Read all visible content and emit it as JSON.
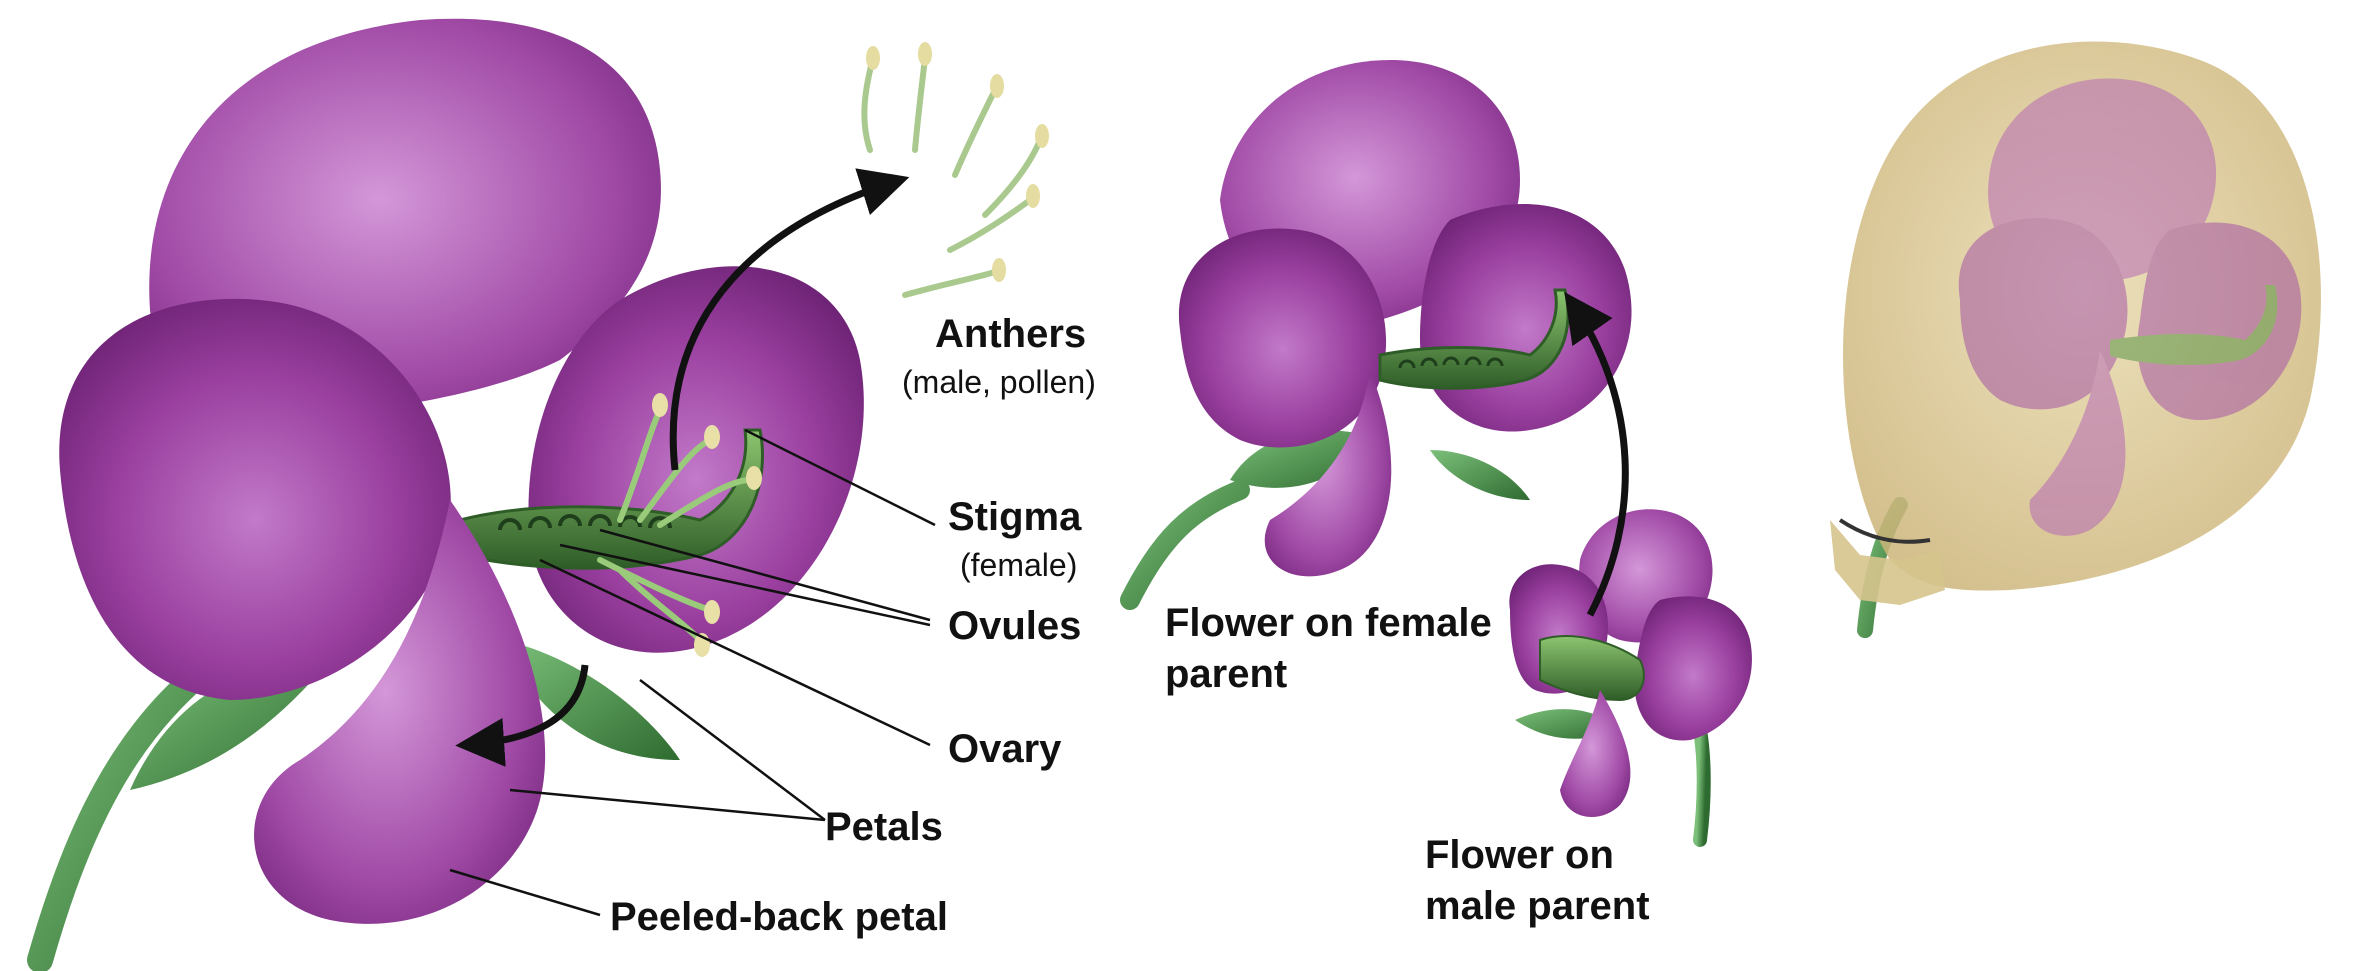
{
  "labels": {
    "anthers": "Anthers",
    "anthers_note": "(male, pollen)",
    "stigma": "Stigma",
    "stigma_note": "(female)",
    "ovules": "Ovules",
    "ovary": "Ovary",
    "petals": "Petals",
    "peeled_back_petal": "Peeled-back petal",
    "flower_female": "Flower on female parent",
    "flower_male": "Flower on male parent"
  },
  "colors": {
    "petal_light": "#b25fb7",
    "petal_mid": "#9a3f9f",
    "petal_dark": "#6f2477",
    "pistil_green": "#4f8f3e",
    "pistil_dark": "#2f5d28",
    "stem_green": "#5aa55a",
    "anther_tip": "#e8e0a6",
    "bag_tan": "#d8c48e",
    "arrow": "#111111"
  }
}
